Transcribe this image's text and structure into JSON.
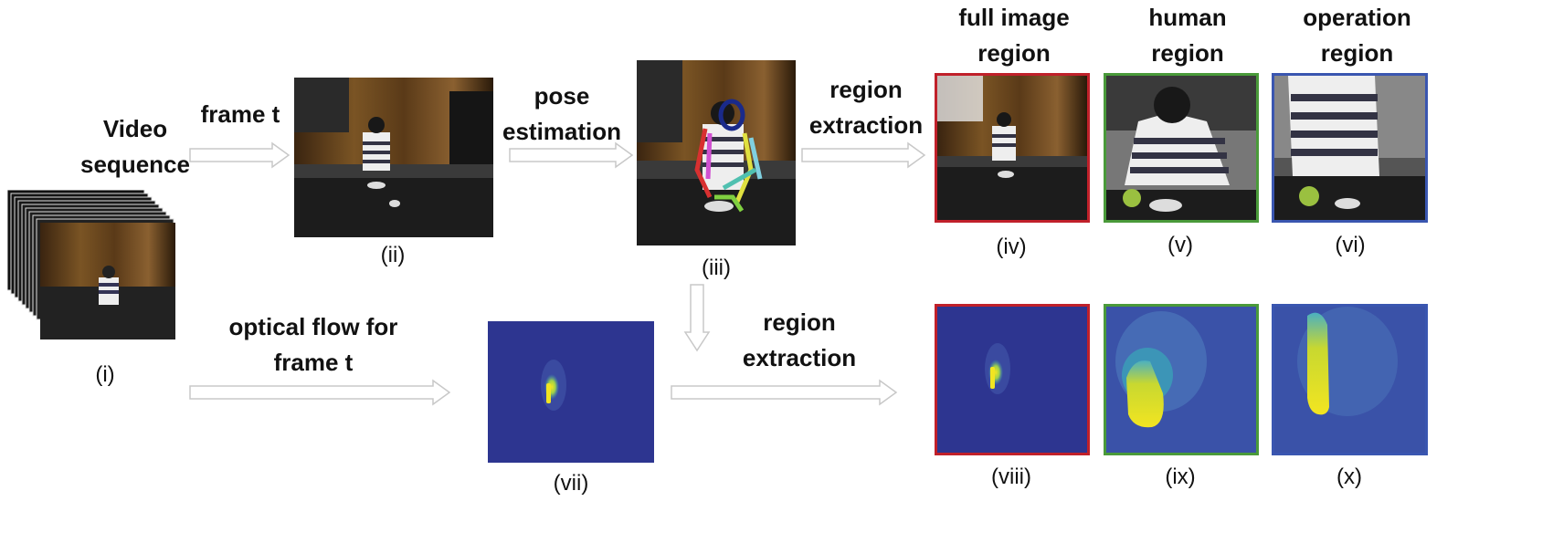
{
  "labels": {
    "video_sequence": "Video\nsequence",
    "frame_t": "frame t",
    "pose_estimation": "pose\nestimation",
    "region_extraction_top": "region\nextraction",
    "region_extraction_bottom": "region\nextraction",
    "optical_flow": "optical flow for\nframe t",
    "full_image_region": "full image\nregion",
    "human_region": "human\nregion",
    "operation_region": "operation\nregion"
  },
  "captions": {
    "i": "(i)",
    "ii": "(ii)",
    "iii": "(iii)",
    "iv": "(iv)",
    "v": "(v)",
    "vi": "(vi)",
    "vii": "(vii)",
    "viii": "(viii)",
    "ix": "(ix)",
    "x": "(x)"
  },
  "colors": {
    "full_image_border": "#c0202a",
    "human_border": "#4a9a3a",
    "operation_border": "#3a56b0",
    "flow_background": "#2d3590",
    "flow_hot": "#f2e521",
    "arrow_fill": "#ffffff",
    "arrow_stroke": "#c8c8c8"
  }
}
